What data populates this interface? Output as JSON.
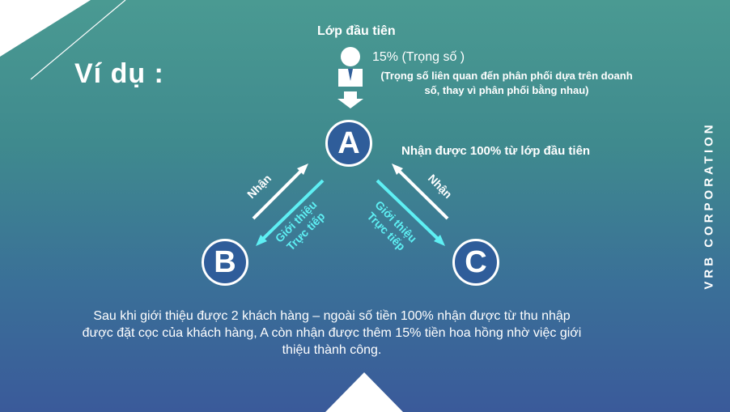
{
  "slide": {
    "title": "Ví dụ :",
    "top_label": "Lớp đầu tiên",
    "percent_text": "15%  (Trọng số )",
    "note_text": "(Trọng số liên quan đến phân phối dựa trên doanh số, thay vì phân phối bằng nhau)",
    "receive_note": "Nhận được 100% từ lớp đầu tiên",
    "nodes": {
      "a": "A",
      "b": "B",
      "c": "C"
    },
    "left_receive": "Nhận",
    "left_intro_line1": "Giới thiệu",
    "left_intro_line2": "Trực tiếp",
    "right_receive": "Nhận",
    "right_intro_line1": "Giới thiệu",
    "right_intro_line2": "Trực tiếp",
    "caption": "Sau khi giới thiệu được 2 khách hàng – ngoài số tiền 100% nhận được từ thu nhập được đặt cọc của khách hàng, A còn nhận được thêm 15% tiền hoa hồng nhờ việc giới thiệu thành công.",
    "side_label": "VRB CORPORATION"
  },
  "colors": {
    "accent_cyan": "#5ef0f4",
    "node_fill": "#2f5d9a",
    "white": "#ffffff"
  },
  "icons": [
    "person-icon",
    "down-arrow-icon"
  ]
}
